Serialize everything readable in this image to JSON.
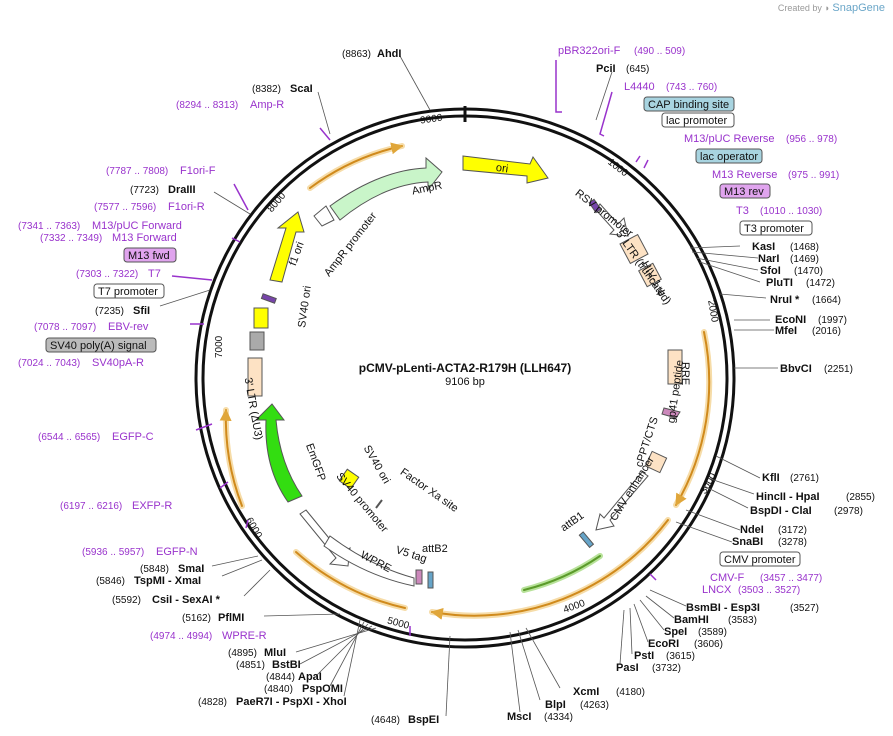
{
  "credit": {
    "prefix": "Created by",
    "brand": "SnapGene"
  },
  "plasmid": {
    "name": "pCMV-pLenti-ACTA2-R179H  (LLH647)",
    "size": "9106 bp"
  },
  "ticks": [
    "1000",
    "2000",
    "3000",
    "4000",
    "5000",
    "6000",
    "7000",
    "8000",
    "9000"
  ],
  "features": [
    {
      "label": "ori"
    },
    {
      "label": "AmpR"
    },
    {
      "label": "AmpR promoter"
    },
    {
      "label": "f1 ori"
    },
    {
      "label": "SV40 ori"
    },
    {
      "label": "3' LTR (ΔU3)"
    },
    {
      "label": "EmGFP"
    },
    {
      "label": "SV40 promoter"
    },
    {
      "label": "SV40 ori"
    },
    {
      "label": "Factor Xa site"
    },
    {
      "label": "WPRE"
    },
    {
      "label": "V5 tag"
    },
    {
      "label": "attB2"
    },
    {
      "label": "attB1"
    },
    {
      "label": "CMV enhancer"
    },
    {
      "label": "cPPT/CTS"
    },
    {
      "label": "gp41 peptide"
    },
    {
      "label": "RRE"
    },
    {
      "label": "HIV-1 ψ"
    },
    {
      "label": "5' LTR (truncated)"
    },
    {
      "label": "RSV promoter"
    }
  ],
  "enzymes": [
    {
      "name": "AhdI",
      "pos": "(8863)"
    },
    {
      "name": "ScaI",
      "pos": "(8382)"
    },
    {
      "name": "DraIII",
      "pos": "(7723)"
    },
    {
      "name": "SfiI",
      "pos": "(7235)"
    },
    {
      "name": "PciI",
      "pos": "(645)"
    },
    {
      "name": "KasI",
      "pos": "(1468)"
    },
    {
      "name": "NarI",
      "pos": "(1469)"
    },
    {
      "name": "SfoI",
      "pos": "(1470)"
    },
    {
      "name": "PluTI",
      "pos": "(1472)"
    },
    {
      "name": "NruI *",
      "pos": "(1664)"
    },
    {
      "name": "EcoNI",
      "pos": "(1997)"
    },
    {
      "name": "MfeI",
      "pos": "(2016)"
    },
    {
      "name": "BbvCI",
      "pos": "(2251)"
    },
    {
      "name": "KflI",
      "pos": "(2761)"
    },
    {
      "name": "HincII - HpaI",
      "pos": "(2855)"
    },
    {
      "name": "BspDI - ClaI",
      "pos": "(2978)"
    },
    {
      "name": "NdeI",
      "pos": "(3172)"
    },
    {
      "name": "SnaBI",
      "pos": "(3278)"
    },
    {
      "name": "BsmBI - Esp3I",
      "pos": "(3527)"
    },
    {
      "name": "BamHI",
      "pos": "(3583)"
    },
    {
      "name": "SpeI",
      "pos": "(3589)"
    },
    {
      "name": "EcoRI",
      "pos": "(3606)"
    },
    {
      "name": "PstI",
      "pos": "(3615)"
    },
    {
      "name": "PasI",
      "pos": "(3732)"
    },
    {
      "name": "XcmI",
      "pos": "(4180)"
    },
    {
      "name": "BlpI",
      "pos": "(4263)"
    },
    {
      "name": "MscI",
      "pos": "(4334)"
    },
    {
      "name": "BspEI",
      "pos": "(4648)"
    },
    {
      "name": "PaeR7I - PspXI - XhoI",
      "pos": "(4828)"
    },
    {
      "name": "PspOMI",
      "pos": "(4840)"
    },
    {
      "name": "ApaI",
      "pos": "(4844)"
    },
    {
      "name": "BstBI",
      "pos": "(4851)"
    },
    {
      "name": "MluI",
      "pos": "(4895)"
    },
    {
      "name": "PflMI",
      "pos": "(5162)"
    },
    {
      "name": "CsiI - SexAI *",
      "pos": "(5592)"
    },
    {
      "name": "TspMI - XmaI",
      "pos": "(5846)"
    },
    {
      "name": "SmaI",
      "pos": "(5848)"
    }
  ],
  "primers": [
    {
      "name": "pBR322ori-F",
      "range": "(490 .. 509)"
    },
    {
      "name": "L4440",
      "range": "(743 .. 760)"
    },
    {
      "name": "M13/pUC Reverse",
      "range": "(956 .. 978)"
    },
    {
      "name": "M13 Reverse",
      "range": "(975 .. 991)"
    },
    {
      "name": "T3",
      "range": "(1010 .. 1030)"
    },
    {
      "name": "CMV-F",
      "range": "(3457 .. 3477)"
    },
    {
      "name": "LNCX",
      "range": "(3503 .. 3527)"
    },
    {
      "name": "WPRE-R",
      "range": "(4974 .. 4994)"
    },
    {
      "name": "EGFP-N",
      "range": "(5936 .. 5957)"
    },
    {
      "name": "EXFP-R",
      "range": "(6197 .. 6216)"
    },
    {
      "name": "EGFP-C",
      "range": "(6544 .. 6565)"
    },
    {
      "name": "SV40pA-R",
      "range": "(7024 .. 7043)"
    },
    {
      "name": "EBV-rev",
      "range": "(7078 .. 7097)"
    },
    {
      "name": "T7",
      "range": "(7303 .. 7322)"
    },
    {
      "name": "M13 Forward",
      "range": "(7332 .. 7349)"
    },
    {
      "name": "M13/pUC Forward",
      "range": "(7341 .. 7363)"
    },
    {
      "name": "F1ori-R",
      "range": "(7577 .. 7596)"
    },
    {
      "name": "F1ori-F",
      "range": "(7787 .. 7808)"
    },
    {
      "name": "Amp-R",
      "range": "(8294 .. 8313)"
    }
  ],
  "boxes": [
    {
      "label": "CAP binding site"
    },
    {
      "label": "lac promoter"
    },
    {
      "label": "lac operator"
    },
    {
      "label": "M13 rev"
    },
    {
      "label": "T3 promoter"
    },
    {
      "label": "CMV promoter"
    },
    {
      "label": "M13 fwd"
    },
    {
      "label": "T7 promoter"
    },
    {
      "label": "SV40 poly(A) signal"
    }
  ]
}
